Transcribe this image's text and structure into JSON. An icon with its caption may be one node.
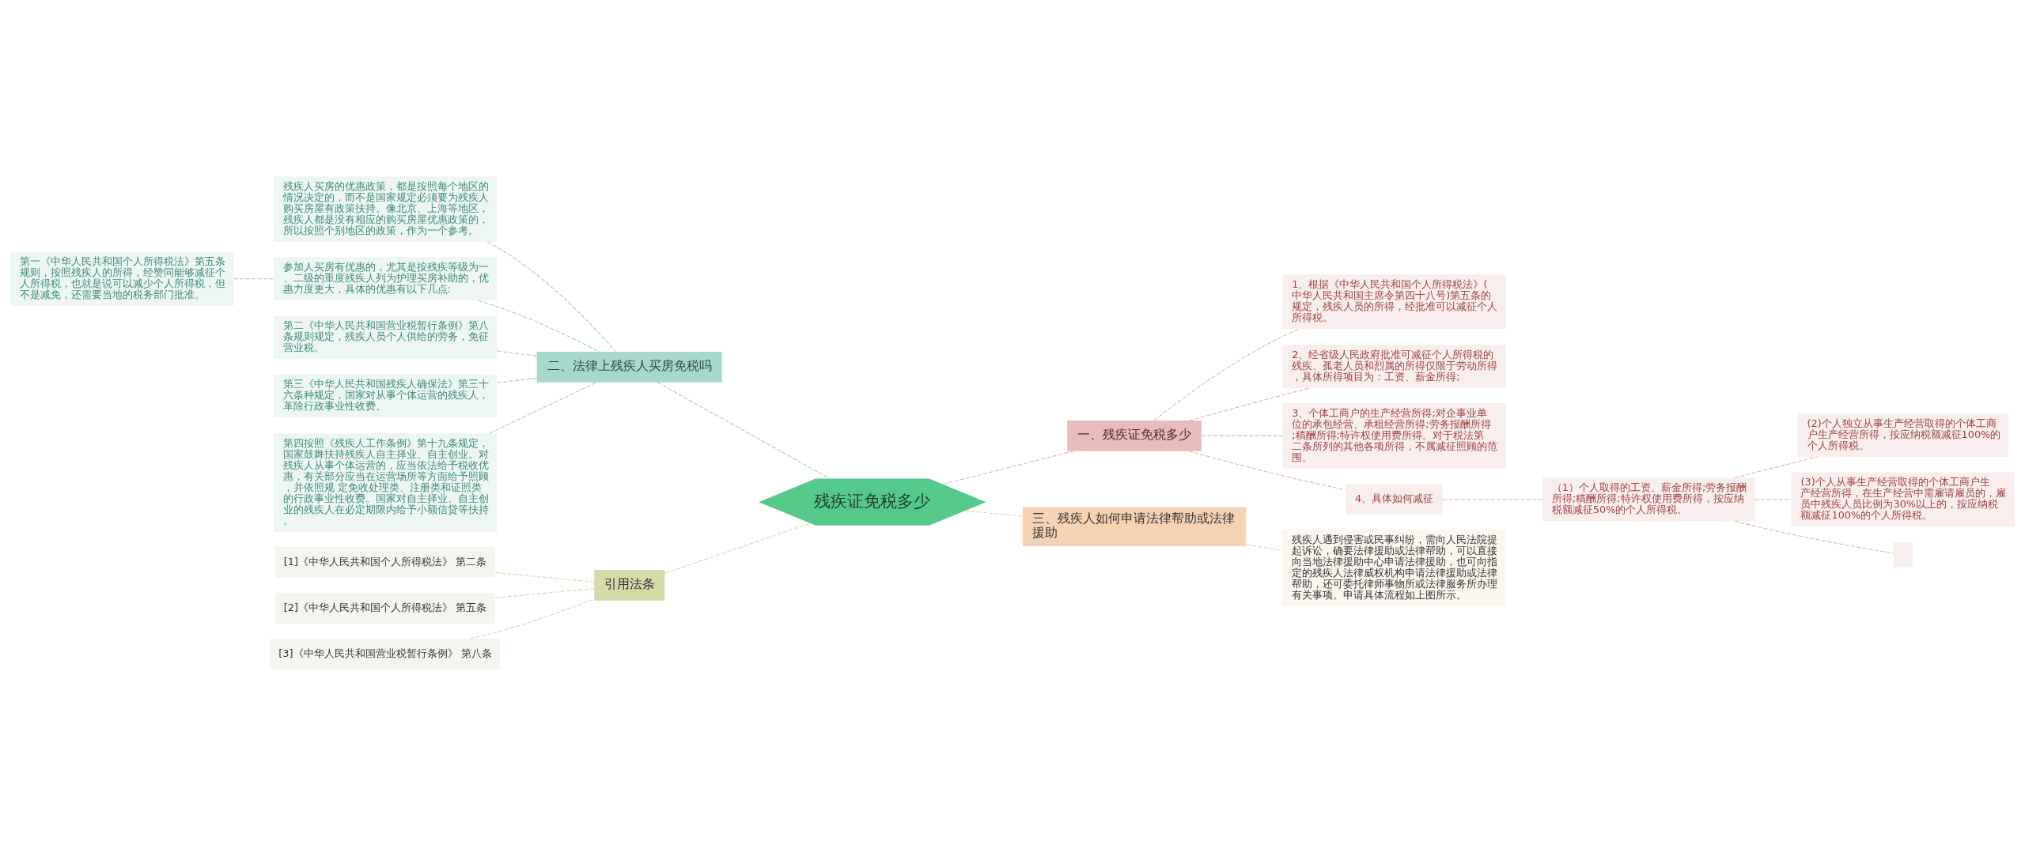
{
  "diagram": {
    "nodes": [
      {
        "text": [
          "残疾证免税多少"
        ]
      },
      {
        "text": [
          "二、法律上残疾人买房免税吗"
        ]
      },
      {
        "text": [
          "残疾人买房的优惠政策，都是按照每个地区的情况决定的，而不是国家规定必须要为残疾人购买房屋有政策扶持。像北京、上海等地区，残疾人都是没有相应的购买房屋优惠政策的，所以按照个别地区的政策，作为一个参考。"
        ]
      },
      {
        "text": [
          "参加人买房有优惠的，尤其是按残疾等级为一、二级的重度残疾人列为护理买房补助的，优惠力度更大，具体的优惠有以下几点:"
        ]
      },
      {
        "text": [
          "第一《中华人民共和国个人所得税法》第五条规则，按照残疾人的所得，经赞同能够减征个人所得税，也就是说可以减少个人所得税，但不是减免，还需要当地的税务部门批准。"
        ]
      },
      {
        "text": [
          "第二《中华人民共和国营业税暂行条例》第八条规则规定，残疾人员个人供给的劳务，免征营业税。"
        ]
      },
      {
        "text": [
          "第三《中华人民共和国残疾人确保法》第三十六条种规定，国家对从事个体运营的残疾人，革除行政事业性收费。"
        ]
      },
      {
        "text": [
          "第四按照《残疾人工作条例》第十九条规定，国家鼓舞扶持残疾人自主择业、自主创业。对残疾人从事个体运营的，应当依法给予税收优惠，有关部分应当在运营场所等方面给予照顾，并依照规 定免收处理类、注册类和证照类的行政事业性收费。国家对自主择业、自主创业的残疾人在必定期限内给予小额信贷等扶持。"
        ]
      },
      {
        "text": [
          "引用法条"
        ]
      },
      {
        "text": [
          "[1]《中华人民共和国个人所得税法》 第二条"
        ]
      },
      {
        "text": [
          "[2]《中华人民共和国个人所得税法》 第五条"
        ]
      },
      {
        "text": [
          "[3]《中华人民共和国营业税暂行条例》 第八条"
        ]
      },
      {
        "text": [
          "一、残疾证免税多少"
        ]
      },
      {
        "text": [
          "1、根据《中华人民共和国个人所得税法》(中华人民共和国主席令第四十八号)第五条的规定，残疾人员的所得，经批准可以减征个人所得税。"
        ]
      },
      {
        "text": [
          "2、经省级人民政府批准可减征个人所得税的残疾、孤老人员和烈属的所得仅限于劳动所得，具体所得项目为：工资、薪金所得;"
        ]
      },
      {
        "text": [
          "3、个体工商户的生产经营所得;对企事业单位的承包经营、承租经营所得;劳务报酬所得;稿酬所得;特许权使用费所得。对于税法第二条所列的其他各项所得，不属减征照顾的范围。"
        ]
      },
      {
        "text": [
          "4、具体如何减征"
        ]
      },
      {
        "text": [
          "（1）个人取得的工资、薪金所得;劳务报酬所得;稿酬所得;特许权使用费所得，按应纳税额减征50%的个人所得税。"
        ]
      },
      {
        "text": [
          "(2)个人独立从事生产经营取得的个体工商户生产经营所得，按应纳税额减征100%的个人所得税。"
        ]
      },
      {
        "text": [
          "(3)个人从事生产经营取得的个体工商户生产经营所得，在生产经营中需雇请雇员的，雇员中残疾人员比例为30%以上的，按应纳税额减征100%的个人所得税。"
        ]
      },
      {
        "text": [],
        "shape": "box"
      },
      {
        "text": [
          "三、残疾人如何申请法律帮助或法律援助"
        ]
      },
      {
        "text": [
          "残疾人遇到侵害或民事纠纷，需向人民法院提起诉讼，确要法律援助或法律帮助，可以直接向当地法律援助中心申请法律援助，也可向指定的残疾人法律威权机构申请法律援助或法律帮助，还可委托律师事物所或法律服务所办理有关事项。申请具体流程如上图所示。"
        ]
      }
    ],
    "edges": [
      {
        "from": 0,
        "to": 1,
        "arrow": "none",
        "style": "dashed",
        "color": "#9ccfc0"
      },
      {
        "from": 1,
        "to": 2,
        "arrow": "none",
        "style": "dashed",
        "color": "#9ccfc0"
      },
      {
        "from": 1,
        "to": 3,
        "arrow": "none",
        "style": "dashed",
        "color": "#9ccfc0"
      },
      {
        "from": 3,
        "to": 4,
        "arrow": "none",
        "style": "dashed",
        "color": "#9ccfc0"
      },
      {
        "from": 1,
        "to": 5,
        "arrow": "none",
        "style": "dashed",
        "color": "#9ccfc0"
      },
      {
        "from": 1,
        "to": 6,
        "arrow": "none",
        "style": "dashed",
        "color": "#9ccfc0"
      },
      {
        "from": 1,
        "to": 7,
        "arrow": "none",
        "style": "dashed",
        "color": "#9ccfc0"
      },
      {
        "from": 0,
        "to": 8,
        "arrow": "none",
        "style": "dashed",
        "color": "#d6d9a8"
      },
      {
        "from": 8,
        "to": 9,
        "arrow": "none",
        "style": "dashed",
        "color": "#d6d9a8"
      },
      {
        "from": 8,
        "to": 10,
        "arrow": "none",
        "style": "dashed",
        "color": "#d6d9a8"
      },
      {
        "from": 8,
        "to": 11,
        "arrow": "none",
        "style": "dashed",
        "color": "#d6d9a8"
      },
      {
        "from": 0,
        "to": 12,
        "arrow": "none",
        "style": "dashed",
        "color": "#e0b4b4"
      },
      {
        "from": 12,
        "to": 13,
        "arrow": "none",
        "style": "dashed",
        "color": "#e0b4b4"
      },
      {
        "from": 12,
        "to": 14,
        "arrow": "none",
        "style": "dashed",
        "color": "#e0b4b4"
      },
      {
        "from": 12,
        "to": 15,
        "arrow": "none",
        "style": "dashed",
        "color": "#e0b4b4"
      },
      {
        "from": 12,
        "to": 16,
        "arrow": "none",
        "style": "dashed",
        "color": "#e0b4b4"
      },
      {
        "from": 16,
        "to": 17,
        "arrow": "none",
        "style": "dashed",
        "color": "#e0b4b4"
      },
      {
        "from": 17,
        "to": 18,
        "arrow": "none",
        "style": "dashed",
        "color": "#e0b4b4"
      },
      {
        "from": 17,
        "to": 19,
        "arrow": "none",
        "style": "dashed",
        "color": "#e0b4b4"
      },
      {
        "from": 17,
        "to": 20,
        "arrow": "none",
        "style": "dashed",
        "color": "#e0b4b4"
      },
      {
        "from": 0,
        "to": 21,
        "arrow": "none",
        "style": "dashed",
        "color": "#f0cfae"
      },
      {
        "from": 21,
        "to": 22,
        "arrow": "none",
        "style": "dashed",
        "color": "#f0cfae"
      }
    ]
  }
}
